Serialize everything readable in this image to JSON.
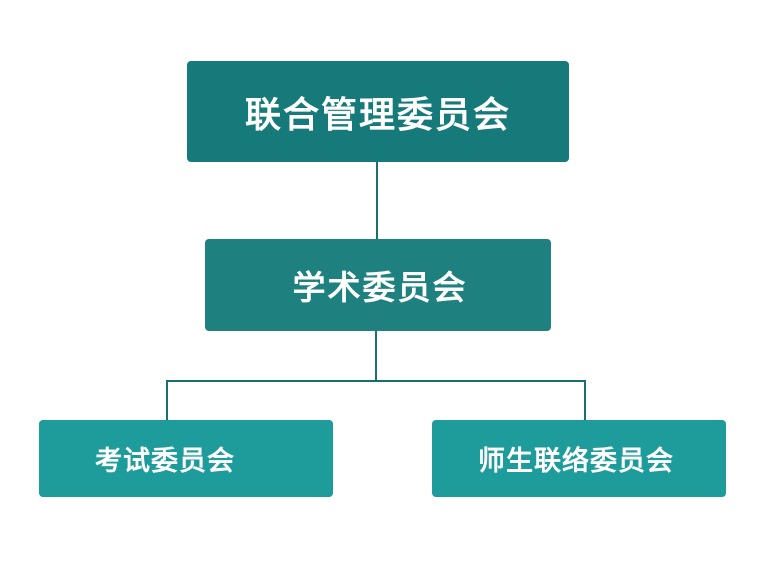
{
  "nodes": {
    "top": "联合管理委员会",
    "middle": "学术委员会",
    "left": "考试委员会",
    "right": "师生联络委员会"
  },
  "colors": {
    "top": "#177a7a",
    "middle": "#1f8080",
    "bottom": "#1e9c9c",
    "connector": "#1a7070"
  }
}
